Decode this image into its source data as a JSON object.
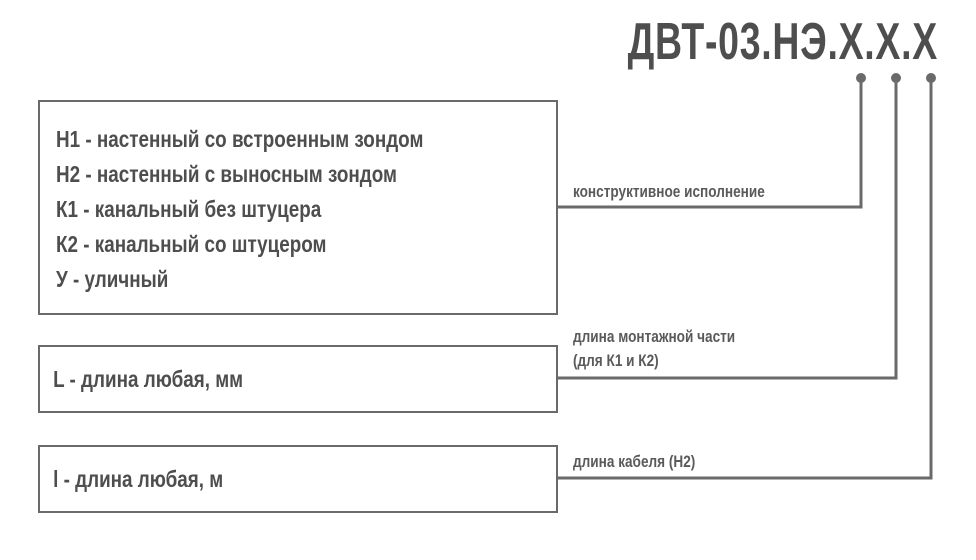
{
  "title": "ДВТ-03.НЭ.X.X.X",
  "groups": [
    {
      "options": [
        "Н1 - настенный со встроенным зондом",
        "Н2 - настенный с выносным зондом",
        "К1 - канальный без штуцера",
        "К2 - канальный со штуцером",
        "У - уличный"
      ],
      "label": [
        "конструктивное исполнение"
      ]
    },
    {
      "options": [
        "L - длина любая, мм"
      ],
      "label": [
        "длина монтажной части",
        "(для К1 и К2)"
      ]
    },
    {
      "options": [
        "l - длина любая, м"
      ],
      "label": [
        "длина кабеля (Н2)"
      ]
    }
  ],
  "colors": {
    "line": "#6a6a6a",
    "text": "#4e4e4e"
  }
}
